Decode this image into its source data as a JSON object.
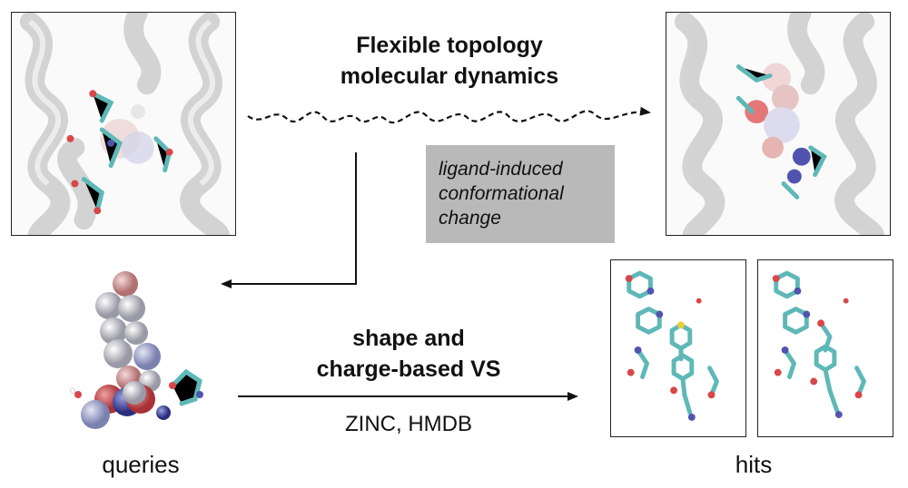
{
  "top_title": {
    "line1": "Flexible topology",
    "line2": "molecular dynamics"
  },
  "gray_box": {
    "line1": "ligand-induced",
    "line2": "conformational",
    "line3": "change"
  },
  "vs_title": {
    "line1": "shape and",
    "line2": "charge-based VS"
  },
  "databases": "ZINC, HMDB",
  "labels": {
    "queries": "queries",
    "hits": "hits"
  },
  "colors": {
    "helix": "#d9d9d9",
    "carbon": "#5fb8b8",
    "oxygen": "#d8474a",
    "nitrogen": "#5054b0",
    "sphere_white": "#e8e8ee",
    "sphere_pink": "#e7b4b4",
    "sphere_blue": "#aab0d4",
    "gray_box": "#b9b9b9"
  }
}
